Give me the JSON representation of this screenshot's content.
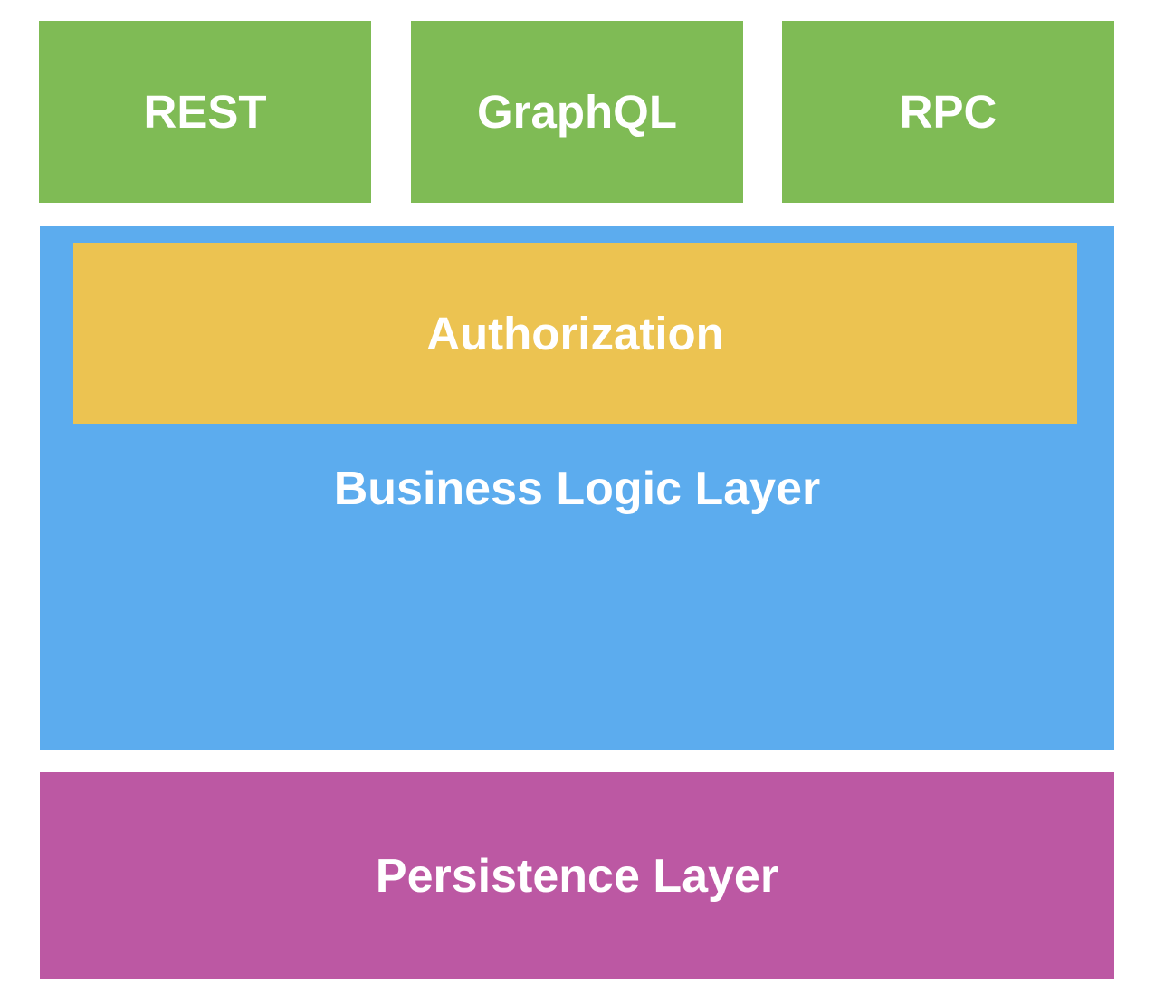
{
  "diagram": {
    "api_endpoints": [
      {
        "label": "REST",
        "color": "#7FBB55"
      },
      {
        "label": "GraphQL",
        "color": "#7FBB55"
      },
      {
        "label": "RPC",
        "color": "#7FBB55"
      }
    ],
    "layers": {
      "authorization": {
        "label": "Authorization",
        "color": "#ECC351"
      },
      "business_logic": {
        "label": "Business Logic Layer",
        "color": "#5CACEE"
      },
      "persistence": {
        "label": "Persistence Layer",
        "color": "#BC58A3"
      }
    },
    "text_color": "#FFFFFF",
    "background_color": "#FFFFFF"
  }
}
